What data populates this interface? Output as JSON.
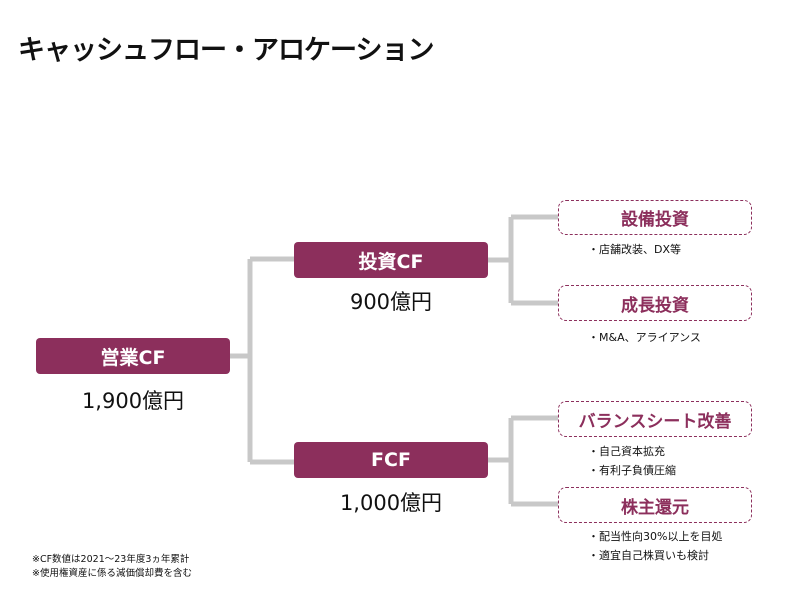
{
  "title": "キャッシュフロー・アロケーション",
  "colors": {
    "accent": "#8c2f5c",
    "connector": "#c8c8c8"
  },
  "root": {
    "label": "営業CF",
    "amount": "1,900億円"
  },
  "branches": [
    {
      "label": "投資CF",
      "amount": "900億円",
      "leaves": [
        {
          "label": "設備投資",
          "bullets": [
            "・店舗改装、DX等"
          ]
        },
        {
          "label": "成長投資",
          "bullets": [
            "・M&A、アライアンス"
          ]
        }
      ]
    },
    {
      "label": "FCF",
      "amount": "1,000億円",
      "leaves": [
        {
          "label": "バランスシート改善",
          "bullets": [
            "・自己資本拡充",
            "・有利子負債圧縮"
          ]
        },
        {
          "label": "株主還元",
          "bullets": [
            "・配当性向30%以上を目処",
            "・適宜自己株買いも検討"
          ]
        }
      ]
    }
  ],
  "notes": [
    "※CF数値は2021～23年度3ヵ年累計",
    "※使用権資産に係る減価償却費を含む"
  ]
}
